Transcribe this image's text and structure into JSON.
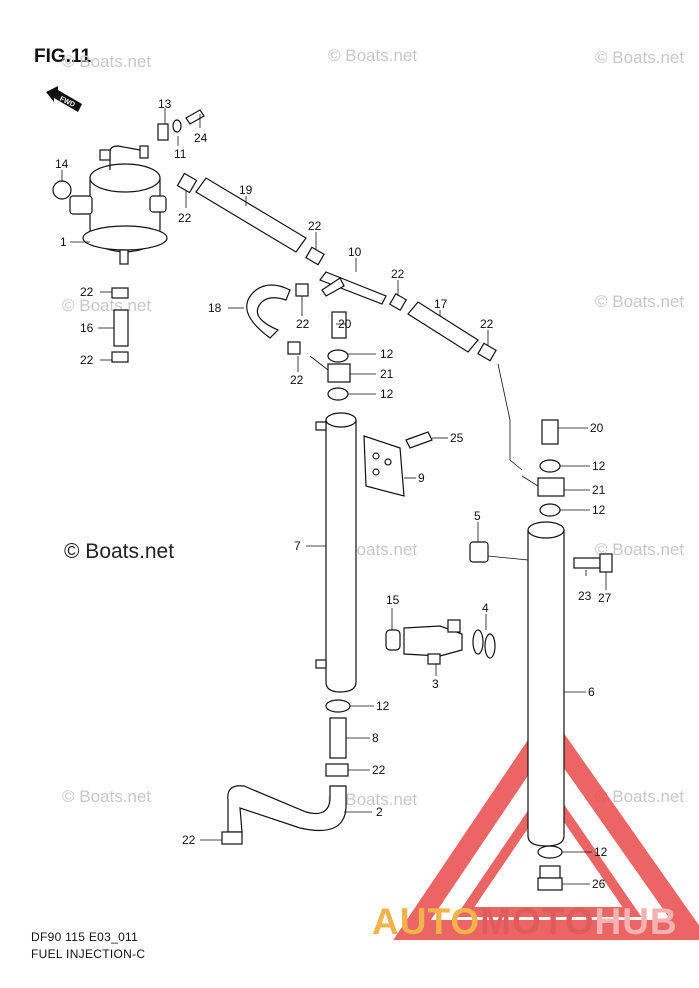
{
  "figure": {
    "title": "FIG.11",
    "code": "DF90 115 E03_011",
    "caption": "FUEL INJECTION-C",
    "fwd_marker": "FWD"
  },
  "watermarks": {
    "text": "© Boats.net",
    "strong_text": "© Boats.net"
  },
  "brand": {
    "part1": "AUTO",
    "part2": "MOTO",
    "part3": "HUB",
    "colors": {
      "auto": "#f2b44a",
      "moto": "#e05c5c",
      "hub": "#f4b2b2",
      "triangle": "#e84a4a"
    }
  },
  "callouts": [
    {
      "id": "c13",
      "label": "13"
    },
    {
      "id": "c24",
      "label": "24"
    },
    {
      "id": "c11",
      "label": "11"
    },
    {
      "id": "c14",
      "label": "14"
    },
    {
      "id": "c22a",
      "label": "22"
    },
    {
      "id": "c19",
      "label": "19"
    },
    {
      "id": "c1",
      "label": "1"
    },
    {
      "id": "c22b",
      "label": "22"
    },
    {
      "id": "c10",
      "label": "10"
    },
    {
      "id": "c22c",
      "label": "22"
    },
    {
      "id": "c22d",
      "label": "22"
    },
    {
      "id": "c18",
      "label": "18"
    },
    {
      "id": "c22e",
      "label": "22"
    },
    {
      "id": "c20a",
      "label": "20"
    },
    {
      "id": "c17",
      "label": "17"
    },
    {
      "id": "c22f",
      "label": "22"
    },
    {
      "id": "c16",
      "label": "16"
    },
    {
      "id": "c22g",
      "label": "22"
    },
    {
      "id": "c12a",
      "label": "12"
    },
    {
      "id": "c22h",
      "label": "22"
    },
    {
      "id": "c21a",
      "label": "21"
    },
    {
      "id": "c12b",
      "label": "12"
    },
    {
      "id": "c20b",
      "label": "20"
    },
    {
      "id": "c25",
      "label": "25"
    },
    {
      "id": "c12c",
      "label": "12"
    },
    {
      "id": "c9",
      "label": "9"
    },
    {
      "id": "c21b",
      "label": "21"
    },
    {
      "id": "c12d",
      "label": "12"
    },
    {
      "id": "c5",
      "label": "5"
    },
    {
      "id": "c7",
      "label": "7"
    },
    {
      "id": "c23",
      "label": "23"
    },
    {
      "id": "c27",
      "label": "27"
    },
    {
      "id": "c15",
      "label": "15"
    },
    {
      "id": "c4",
      "label": "4"
    },
    {
      "id": "c3",
      "label": "3"
    },
    {
      "id": "c6",
      "label": "6"
    },
    {
      "id": "c12e",
      "label": "12"
    },
    {
      "id": "c8",
      "label": "8"
    },
    {
      "id": "c22i",
      "label": "22"
    },
    {
      "id": "c2",
      "label": "2"
    },
    {
      "id": "c22j",
      "label": "22"
    },
    {
      "id": "c12f",
      "label": "12"
    },
    {
      "id": "c26",
      "label": "26"
    }
  ]
}
